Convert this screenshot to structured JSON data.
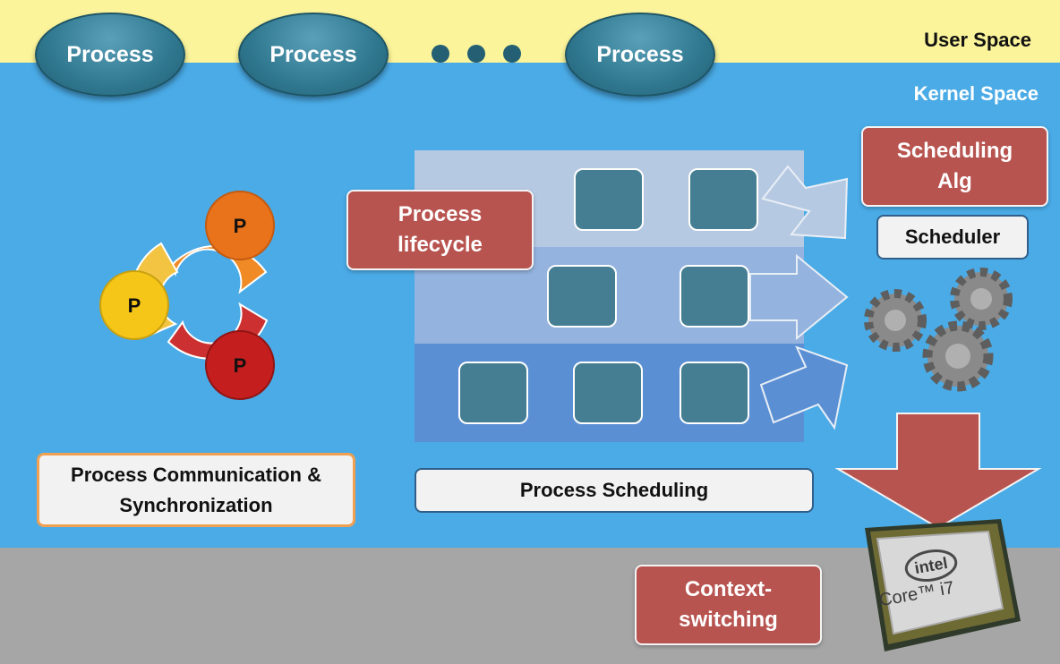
{
  "regions": {
    "user_space": "User Space",
    "kernel_space": "Kernel Space"
  },
  "processes": [
    "Process",
    "Process",
    "Process"
  ],
  "ipc_nodes": [
    "P",
    "P",
    "P"
  ],
  "labels": {
    "process_lifecycle_line1": "Process",
    "process_lifecycle_line2": "lifecycle",
    "scheduling_alg_line1": "Scheduling",
    "scheduling_alg_line2": "Alg",
    "scheduler": "Scheduler",
    "ipc_line1": "Process Communication &",
    "ipc_line2": "Synchronization",
    "process_scheduling": "Process Scheduling",
    "context_line1": "Context-",
    "context_line2": "switching"
  },
  "cpu": {
    "brand": "intel",
    "model": "Core™ i7"
  },
  "colors": {
    "user_space": "#fbf49a",
    "kernel_space": "#4aabe6",
    "hardware": "#a6a6a6",
    "red_box": "#b85450",
    "process_ellipse": "#2f7890"
  }
}
